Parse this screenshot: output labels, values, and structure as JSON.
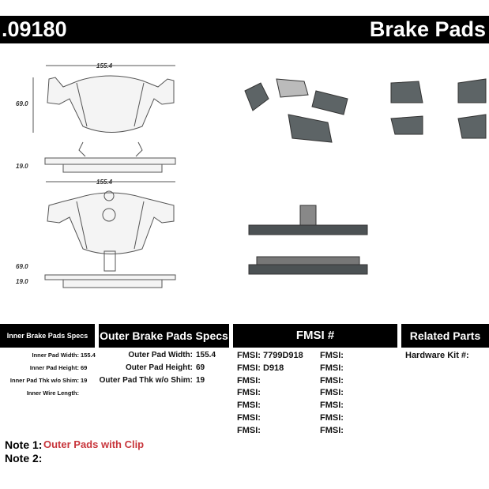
{
  "header": {
    "part_number": ".09180",
    "title": "Brake Pads"
  },
  "drawing": {
    "width_dim": "155.4",
    "height_dim": "69.0",
    "thickness_dim": "19.0"
  },
  "inner": {
    "title": "Inner Brake Pads Specs",
    "rows": [
      {
        "label": "Inner Pad Width:",
        "value": "155.4"
      },
      {
        "label": "Inner Pad Height:",
        "value": "69"
      },
      {
        "label": "Inner Pad Thk w/o Shim:",
        "value": "19"
      },
      {
        "label": "Inner Wire Length:",
        "value": ""
      }
    ]
  },
  "outer": {
    "title": "Outer Brake Pads Specs",
    "rows": [
      {
        "label": "Outer Pad Width:",
        "value": "155.4"
      },
      {
        "label": "Outer Pad Height:",
        "value": "69"
      },
      {
        "label": "Outer Pad Thk w/o Shim:",
        "value": "19"
      }
    ]
  },
  "fmsi": {
    "title": "FMSI #",
    "left": [
      "FMSI:  7799D918",
      "FMSI:  D918",
      "FMSI:",
      "FMSI:",
      "FMSI:",
      "FMSI:",
      "FMSI:"
    ],
    "right": [
      "FMSI:",
      "FMSI:",
      "FMSI:",
      "FMSI:",
      "FMSI:",
      "FMSI:",
      "FMSI:"
    ]
  },
  "related": {
    "title": "Related Parts",
    "hardware_label": "Hardware Kit #:"
  },
  "notes": {
    "note1_label": "Note 1:",
    "note1_value": "Outer Pads with Clip",
    "note2_label": "Note 2:",
    "note_color": "#c8363c"
  }
}
